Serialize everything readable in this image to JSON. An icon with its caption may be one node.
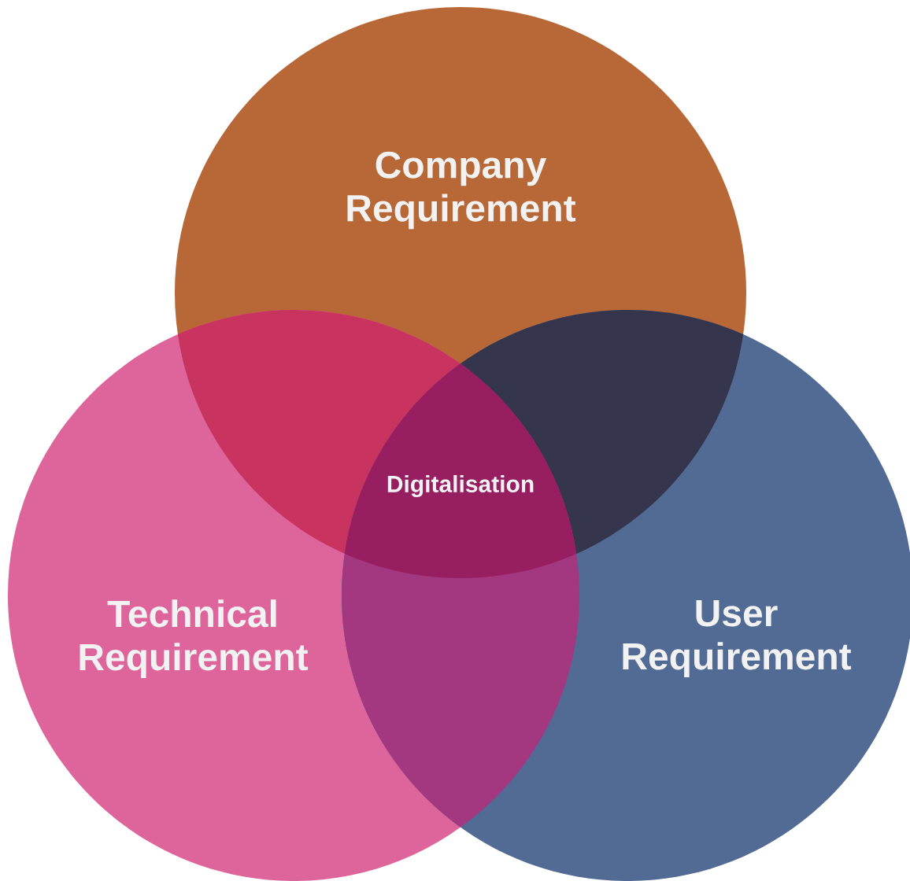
{
  "diagram": {
    "nodes": [
      {
        "text": [
          "Company Requirement"
        ]
      },
      {
        "text": [
          "Technical Requirement"
        ]
      },
      {
        "text": [
          "User Requirement"
        ]
      },
      {
        "text": [
          "Digitalisation"
        ]
      }
    ]
  }
}
